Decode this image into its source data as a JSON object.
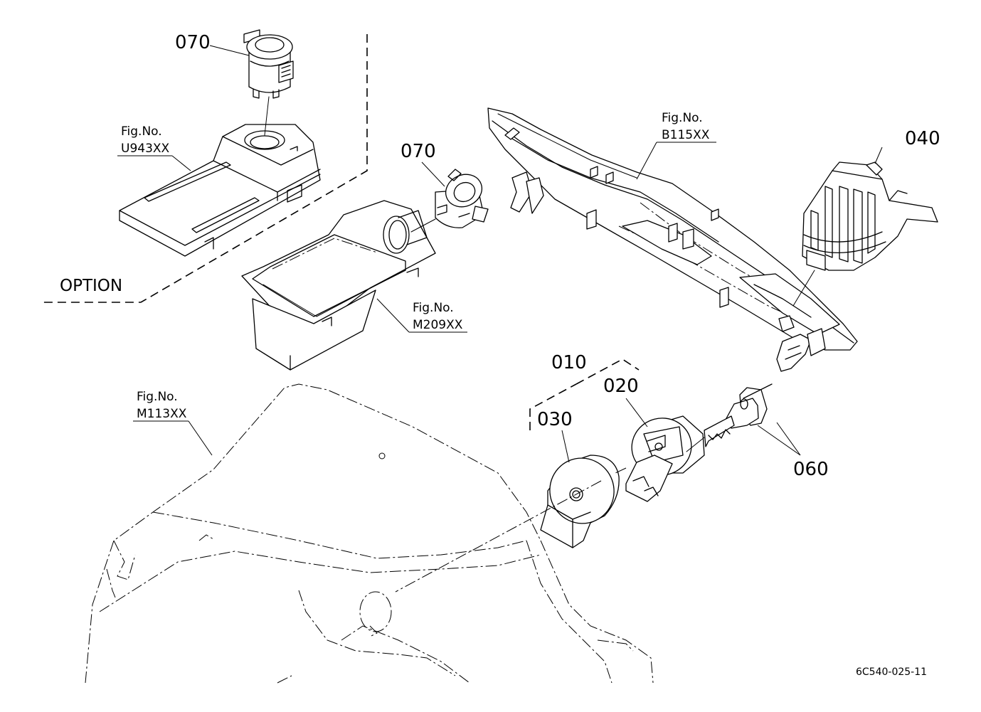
{
  "diagram": {
    "drawing_code": "6C540-025-11",
    "option_label": "OPTION",
    "parts": [
      {
        "id": "p070a",
        "number": "070"
      },
      {
        "id": "p070b",
        "number": "070"
      },
      {
        "id": "p040",
        "number": "040"
      },
      {
        "id": "p010",
        "number": "010"
      },
      {
        "id": "p020",
        "number": "020"
      },
      {
        "id": "p030",
        "number": "030"
      },
      {
        "id": "p060",
        "number": "060"
      }
    ],
    "figure_refs": [
      {
        "id": "u943",
        "label": "Fig.No.",
        "code": "U943XX"
      },
      {
        "id": "b115",
        "label": "Fig.No.",
        "code": "B115XX"
      },
      {
        "id": "m209",
        "label": "Fig.No.",
        "code": "M209XX"
      },
      {
        "id": "m113",
        "label": "Fig.No.",
        "code": "M113XX"
      }
    ]
  }
}
